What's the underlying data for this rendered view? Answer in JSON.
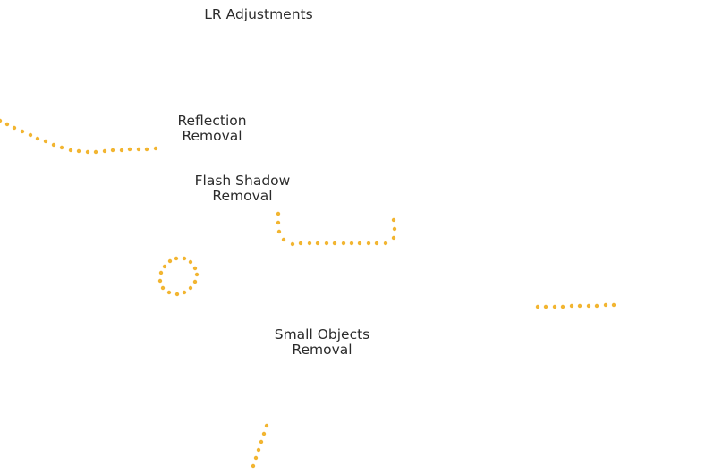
{
  "labels": {
    "lr_adjustments": {
      "line1": "LR Adjustments"
    },
    "reflection_removal": {
      "line1": "Reflection",
      "line2": "Removal"
    },
    "flash_shadow_removal": {
      "line1": "Flash Shadow",
      "line2": "Removal"
    },
    "small_objects_removal": {
      "line1": "Small Objects",
      "line2": "Removal"
    }
  },
  "colors": {
    "dot": "#f2b531",
    "text": "#2b2b2b"
  }
}
